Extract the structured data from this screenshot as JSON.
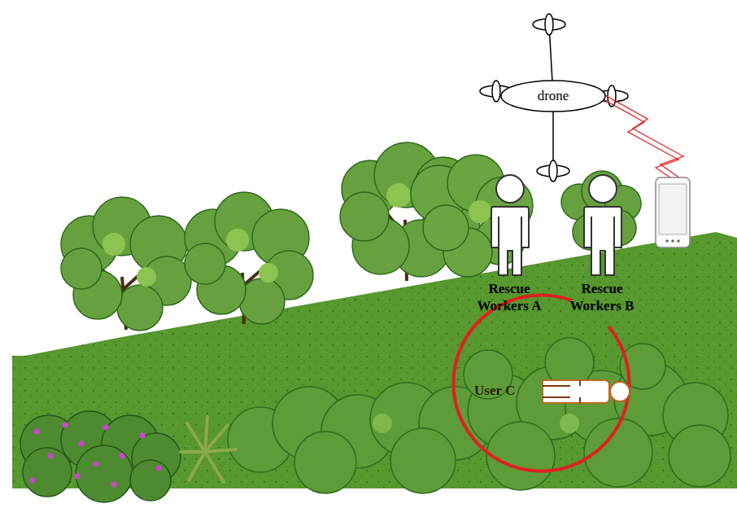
{
  "diagram": {
    "nodes": [
      {
        "text": [
          "drone"
        ]
      },
      {
        "text": [
          "Rescue Workers A"
        ]
      },
      {
        "text": [
          "Rescue Workers B"
        ]
      },
      {
        "text": [
          "User C"
        ]
      }
    ]
  }
}
